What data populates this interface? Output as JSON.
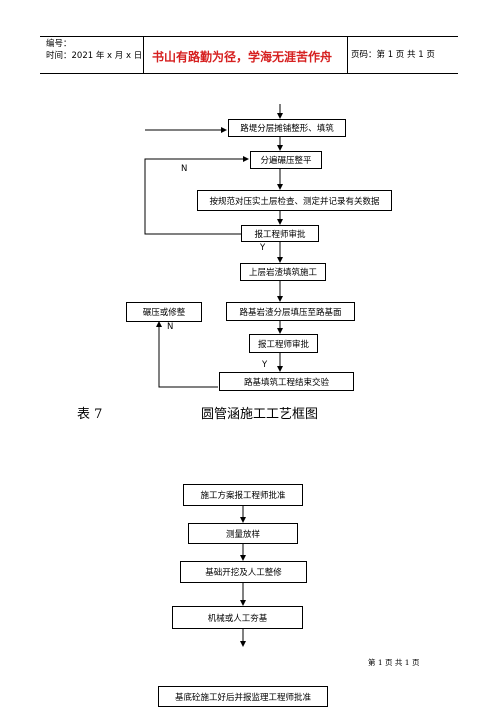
{
  "header": {
    "doc_number_label": "编号：",
    "time_label": "时间：2021 年 x 月 x 日",
    "motto": "书山有路勤为径，学海无涯苦作舟",
    "page_info": "页码：第 1 页  共 1 页"
  },
  "flowchart_top": {
    "steps": [
      "路堤分层摊铺整形、填筑",
      "分遍碾压整平",
      "按规范对压实土层检查、测定并记录有关数据",
      "报工程师审批",
      "上层岩渣填筑施工",
      "路基岩渣分层填压至路基面",
      "报工程师审批",
      "路基填筑工程结束交验"
    ],
    "side_box": "碾压或修整",
    "labels": {
      "n1": "N",
      "y1": "Y",
      "n2": "N",
      "y2": "Y"
    }
  },
  "caption": {
    "table_no": "表 7",
    "title": "圆管涵施工工艺框图"
  },
  "flowchart_bottom": {
    "steps": [
      "施工方案报工程师批准",
      "测量放样",
      "基础开挖及人工整修",
      "机械或人工夯基"
    ],
    "last_step": "基底砼施工好后并报监理工程师批准"
  },
  "page_footer": "第 1 页  共 1 页"
}
